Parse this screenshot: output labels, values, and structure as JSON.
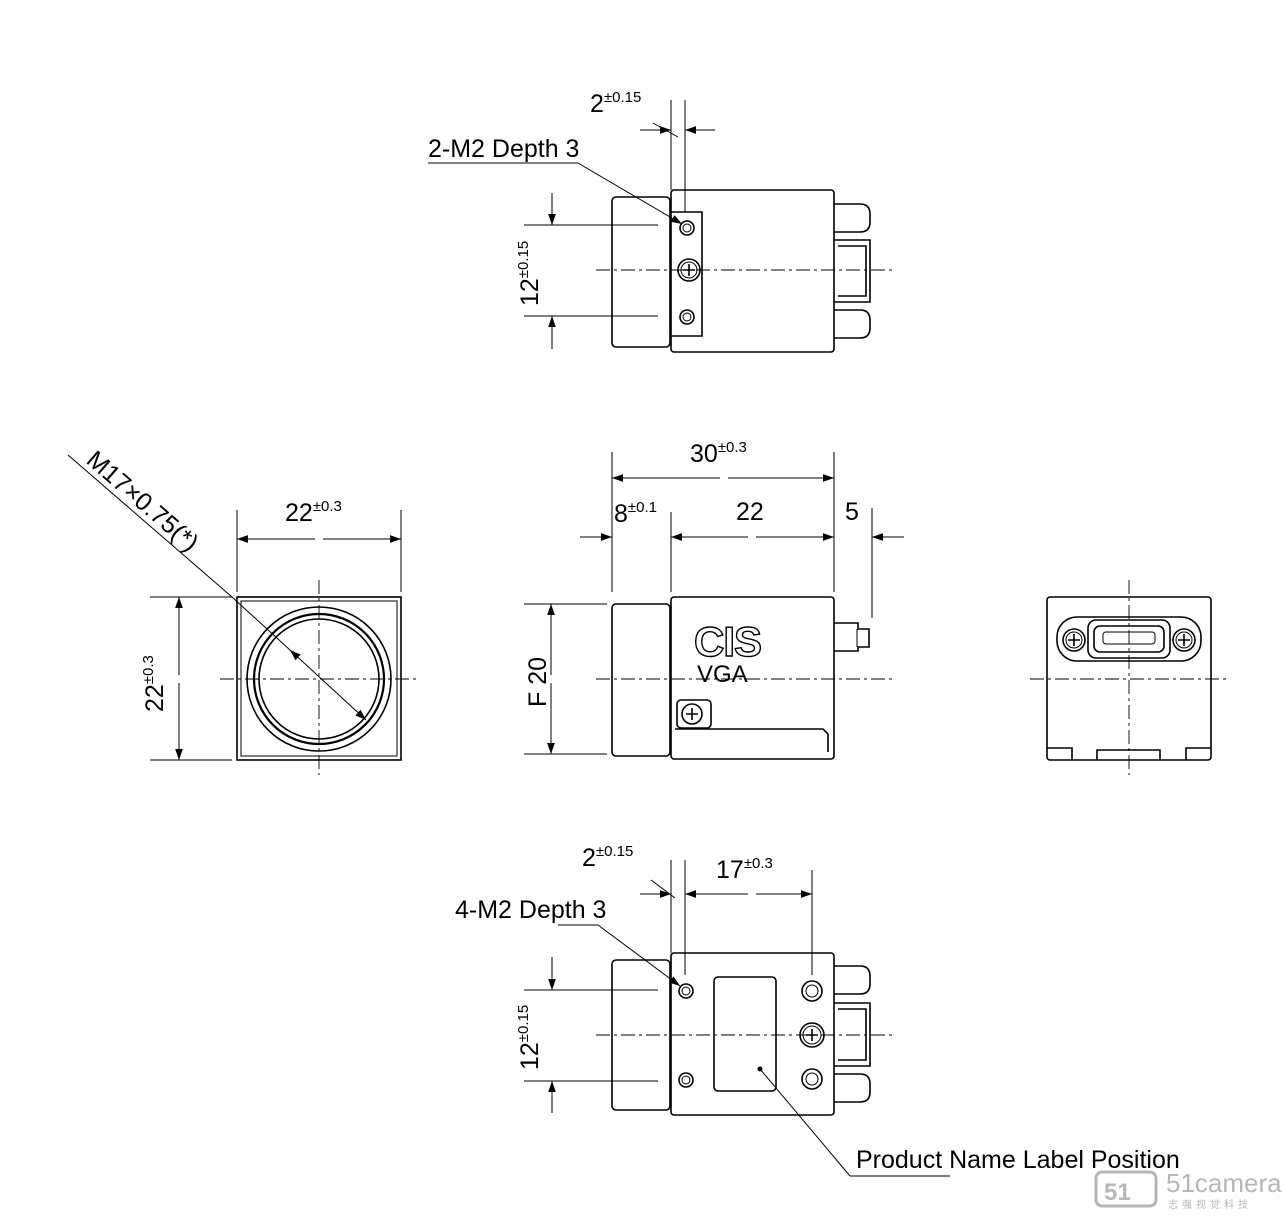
{
  "top_view": {
    "gap_dim": "2",
    "gap_tol": "±0.15",
    "hole_label": "2-M2 Depth 3",
    "pitch_dim": "12",
    "pitch_tol": "±0.15"
  },
  "front_view": {
    "width_dim": "22",
    "width_tol": "±0.3",
    "height_dim": "22",
    "height_tol": "±0.3",
    "thread_label": "M17×0.75(*)"
  },
  "side_view": {
    "total_dim": "30",
    "total_tol": "±0.3",
    "flange_dim": "8",
    "flange_tol": "±0.1",
    "body_dim": "22",
    "connector_dim": "5",
    "focal_label": "F 20",
    "brand": "CIS",
    "model": "VGA"
  },
  "bottom_view": {
    "gap_dim": "2",
    "gap_tol": "±0.15",
    "spacing_dim": "17",
    "spacing_tol": "±0.3",
    "hole_label": "4-M2 Depth 3",
    "pitch_dim": "12",
    "pitch_tol": "±0.15",
    "label_note": "Product Name Label Position"
  },
  "watermark": {
    "main": "51camera",
    "sub": "志强视觉科技"
  }
}
